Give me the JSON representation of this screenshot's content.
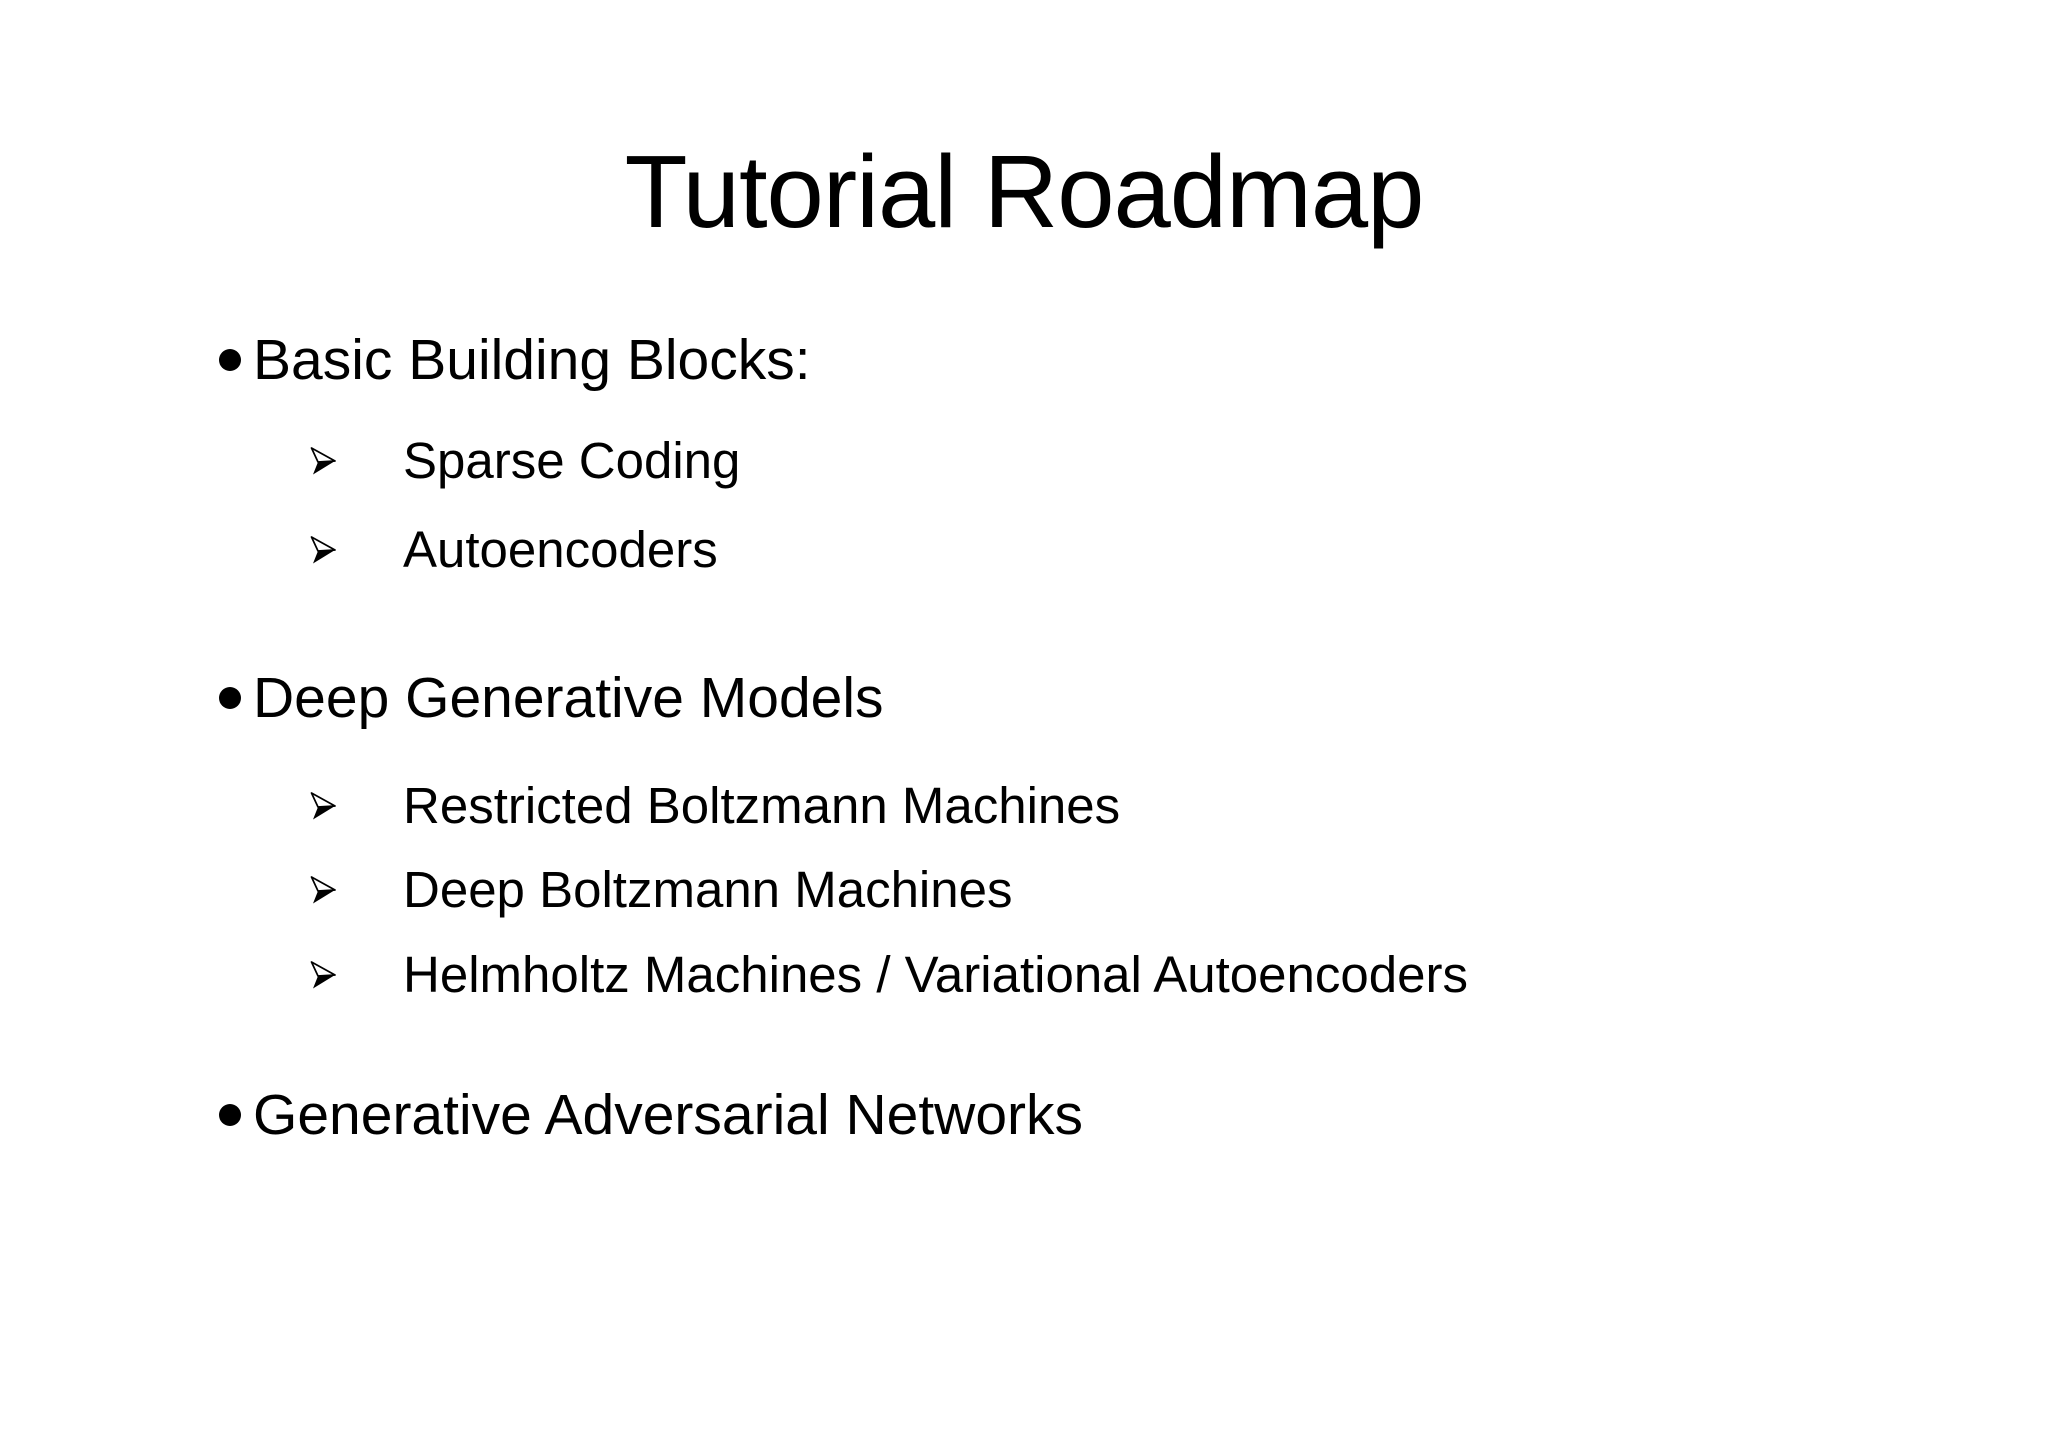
{
  "slide": {
    "title": "Tutorial Roadmap",
    "background_color": "#ffffff",
    "text_color": "#000000",
    "bullet_styles": {
      "level1": "filled-black-circle",
      "level2": "3d-top-lighted-right-arrowhead"
    },
    "sections": [
      {
        "label": "Basic Building Blocks:",
        "subs": [
          "Sparse Coding",
          "Autoencoders"
        ]
      },
      {
        "label": "Deep Generative Models",
        "subs": [
          "Restricted Boltzmann Machines",
          "Deep Boltzmann Machines",
          "Helmholtz Machines / Variational Autoencoders"
        ]
      },
      {
        "label": "Generative Adversarial Networks",
        "subs": []
      }
    ]
  }
}
